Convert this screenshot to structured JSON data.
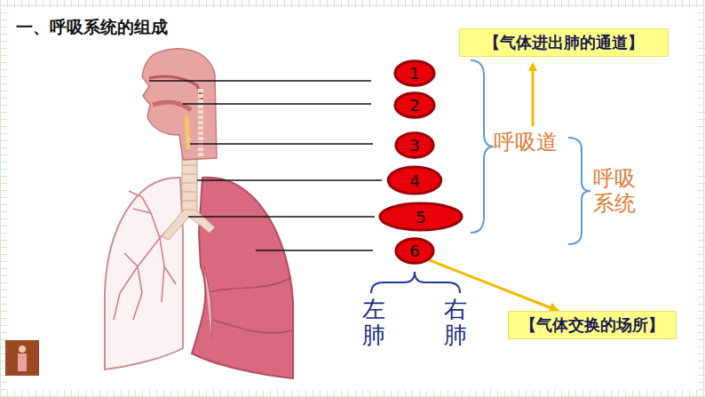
{
  "diagram": {
    "title": "一、呼吸系统的组成",
    "nodes": [
      {
        "text": [
          "【气体进出肺的通道】"
        ]
      },
      {
        "text": [
          "1"
        ]
      },
      {
        "text": [
          "2"
        ]
      },
      {
        "text": [
          "3"
        ]
      },
      {
        "text": [
          "4"
        ]
      },
      {
        "text": [
          "5"
        ]
      },
      {
        "text": [
          "6"
        ]
      },
      {
        "text": [
          "【气体交换的场所】"
        ]
      }
    ],
    "edges": [
      {
        "from": 6,
        "to": 7,
        "arrow": "to"
      }
    ],
    "labels": [
      "呼吸道",
      "呼吸系统",
      "左肺",
      "右肺"
    ]
  }
}
